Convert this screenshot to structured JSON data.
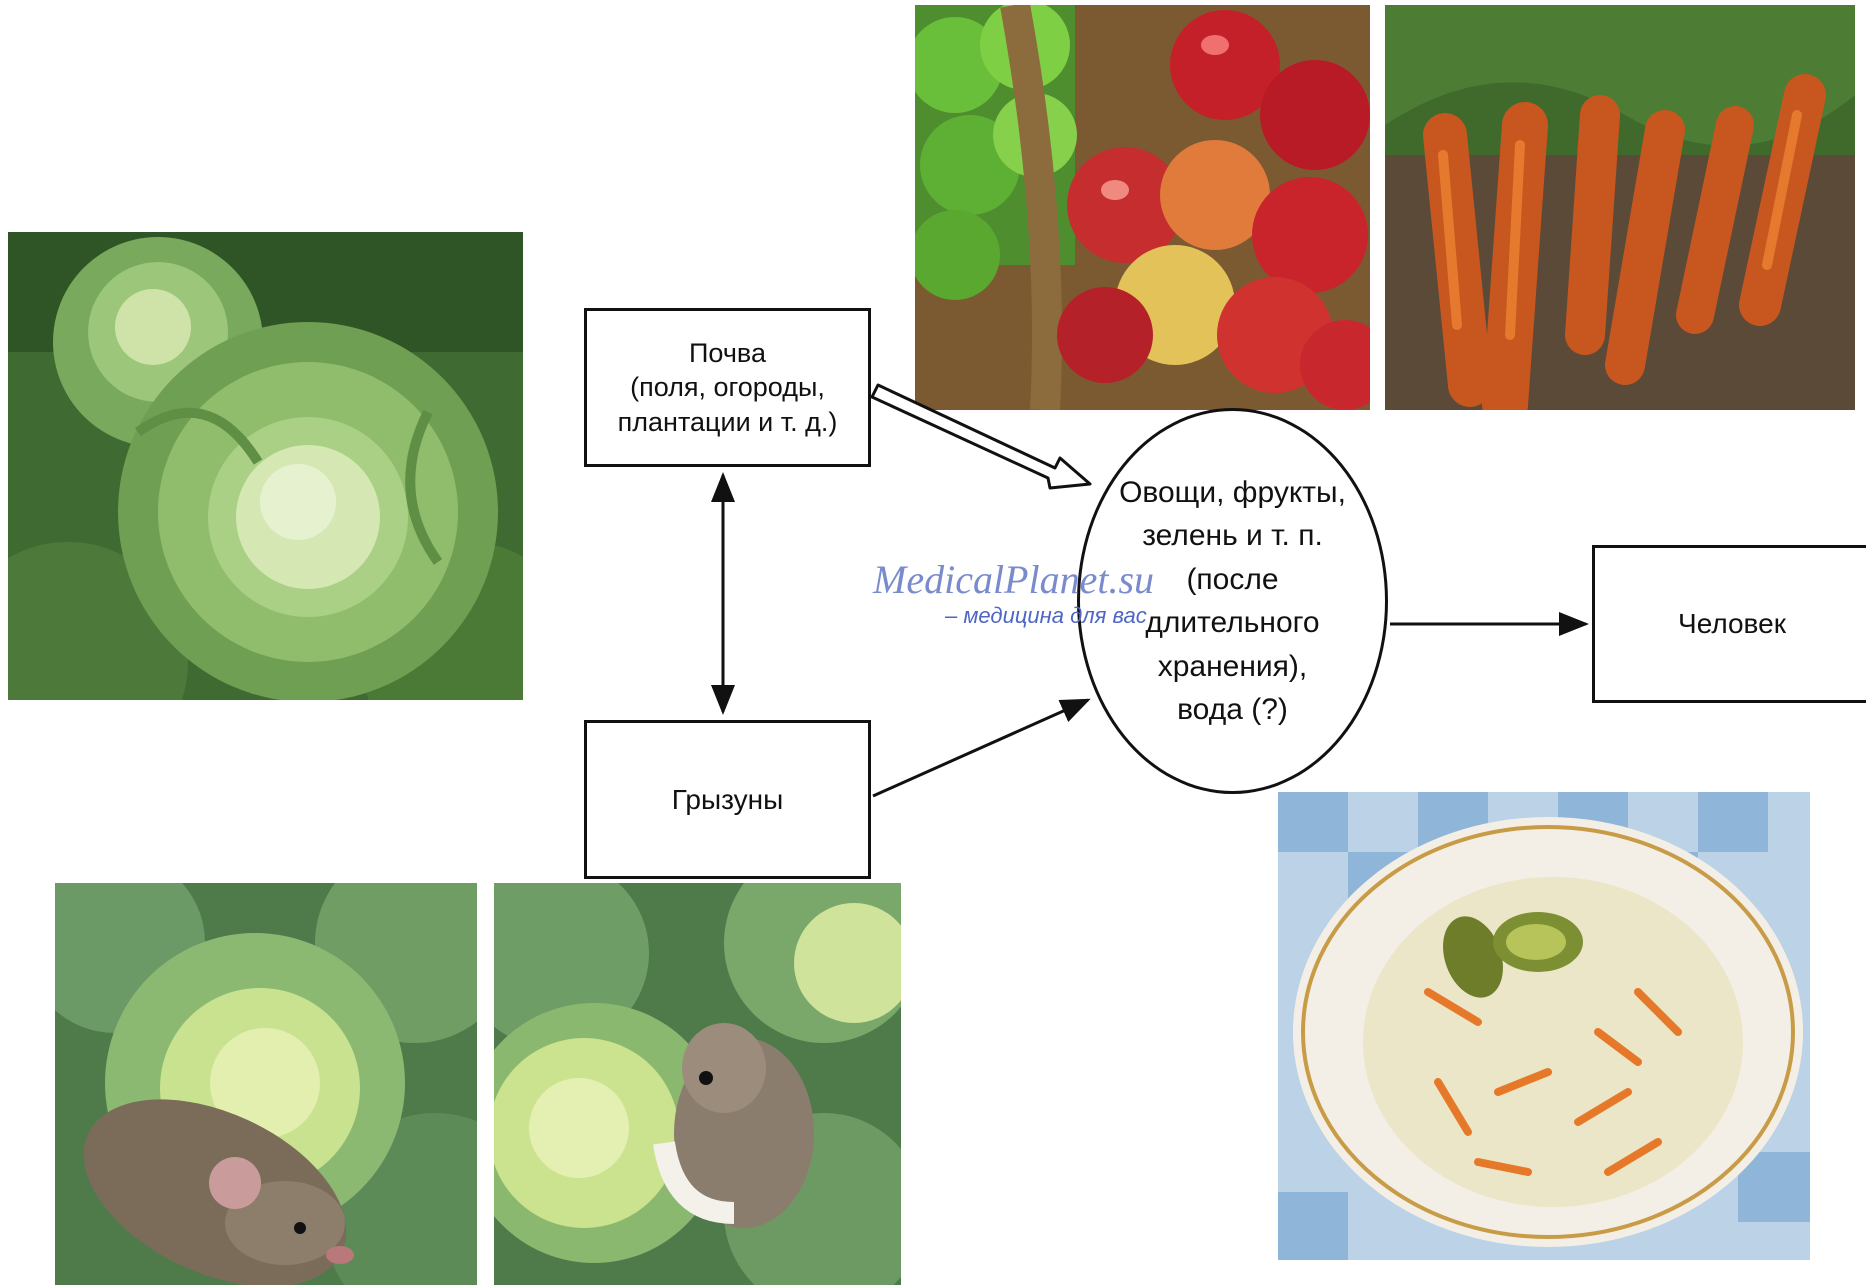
{
  "diagram": {
    "nodes": {
      "soil": {
        "lines": [
          "Почва",
          "(поля, огороды,",
          "плантации и т. д.)"
        ]
      },
      "rodents": {
        "label": "Грызуны"
      },
      "produce": {
        "lines": [
          "Овощи, фрукты,",
          "зелень и т. п.",
          "(после",
          "длительного",
          "хранения),",
          "вода (?)"
        ]
      },
      "human": {
        "label": "Человек"
      }
    },
    "edges": [
      {
        "from": "soil",
        "to": "produce",
        "style": "hollow"
      },
      {
        "from": "soil",
        "to": "rodents",
        "style": "double-headed"
      },
      {
        "from": "rodents",
        "to": "produce",
        "style": "solid"
      },
      {
        "from": "produce",
        "to": "human",
        "style": "solid"
      }
    ]
  },
  "watermark": {
    "site": "MedicalPlanet.su",
    "tagline": "– медицина для вас"
  },
  "photos": [
    {
      "name": "cabbage-photo",
      "subject": "cabbage"
    },
    {
      "name": "apples-photo",
      "subject": "apples"
    },
    {
      "name": "carrots-photo",
      "subject": "carrots"
    },
    {
      "name": "mouse-cabbage-photo-1",
      "subject": "mouse on cabbage"
    },
    {
      "name": "mouse-cabbage-photo-2",
      "subject": "mouse on cabbage"
    },
    {
      "name": "salad-photo",
      "subject": "cabbage salad"
    }
  ]
}
